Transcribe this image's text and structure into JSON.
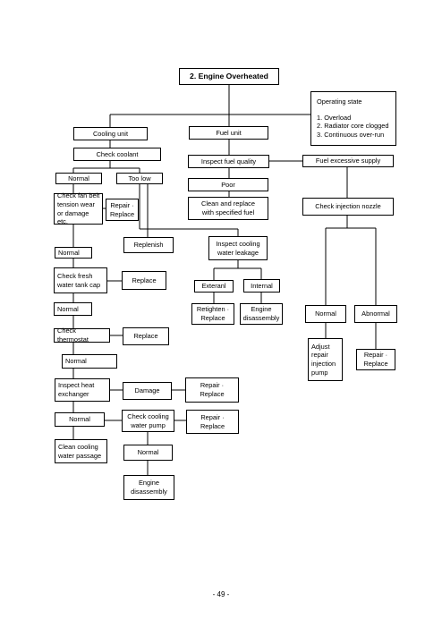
{
  "nodes": {
    "title": "2. Engine Overheated",
    "operating_state": {
      "heading": "Operating state",
      "items": [
        "1. Overload",
        "2. Radiator core clogged",
        "3. Continuous over-run"
      ]
    },
    "cooling_unit": "Cooling unit",
    "fuel_unit": "Fuel unit",
    "check_coolant": "Check coolant",
    "normal_1": "Normal",
    "too_low": "Too low",
    "check_fan_belt": "Check fan belt\ntension wear\nor damage etc.",
    "repair_replace_1": "Repair ·\nReplace",
    "replenish": "Replenish",
    "normal_2": "Normal",
    "check_fresh_water": "Check fresh\nwater tank cap",
    "replace_1": "Replace",
    "normal_3": "Normal",
    "check_thermostat": "Check thermostat",
    "replace_2": "Replace",
    "normal_4": "Normal",
    "inspect_heat_exchanger": "Inspect heat\nexchanger",
    "damage": "Damage",
    "repair_replace_2": "Repair ·\nReplace",
    "normal_5": "Normal",
    "check_cooling_pump": "Check cooling\nwater pump",
    "repair_replace_3": "Repair ·\nReplace",
    "clean_cooling_passage": "Clean cooling\nwater passage",
    "normal_6": "Normal",
    "engine_disassembly_1": "Engine\ndisassembly",
    "inspect_fuel_quality": "Inspect fuel quality",
    "fuel_excessive_supply": "Fuel excessive supply",
    "poor": "Poor",
    "clean_replace_fuel": "Clean and replace\nwith specified fuel",
    "check_injection_nozzle": "Check injection nozzle",
    "inspect_cooling_leakage": "Inspect cooling\nwater leakage",
    "external": "Exteranl",
    "internal": "Internal",
    "retighten_replace": "Retighten ·\nReplace",
    "engine_disassembly_2": "Engine\ndisassembly",
    "normal_7": "Normal",
    "abnormal": "Abnormal",
    "adjust_injection_pump": "Adjust\nrepair\ninjection\npump",
    "repair_replace_4": "Repair ·\nReplace"
  },
  "page_number": "- 49 -"
}
